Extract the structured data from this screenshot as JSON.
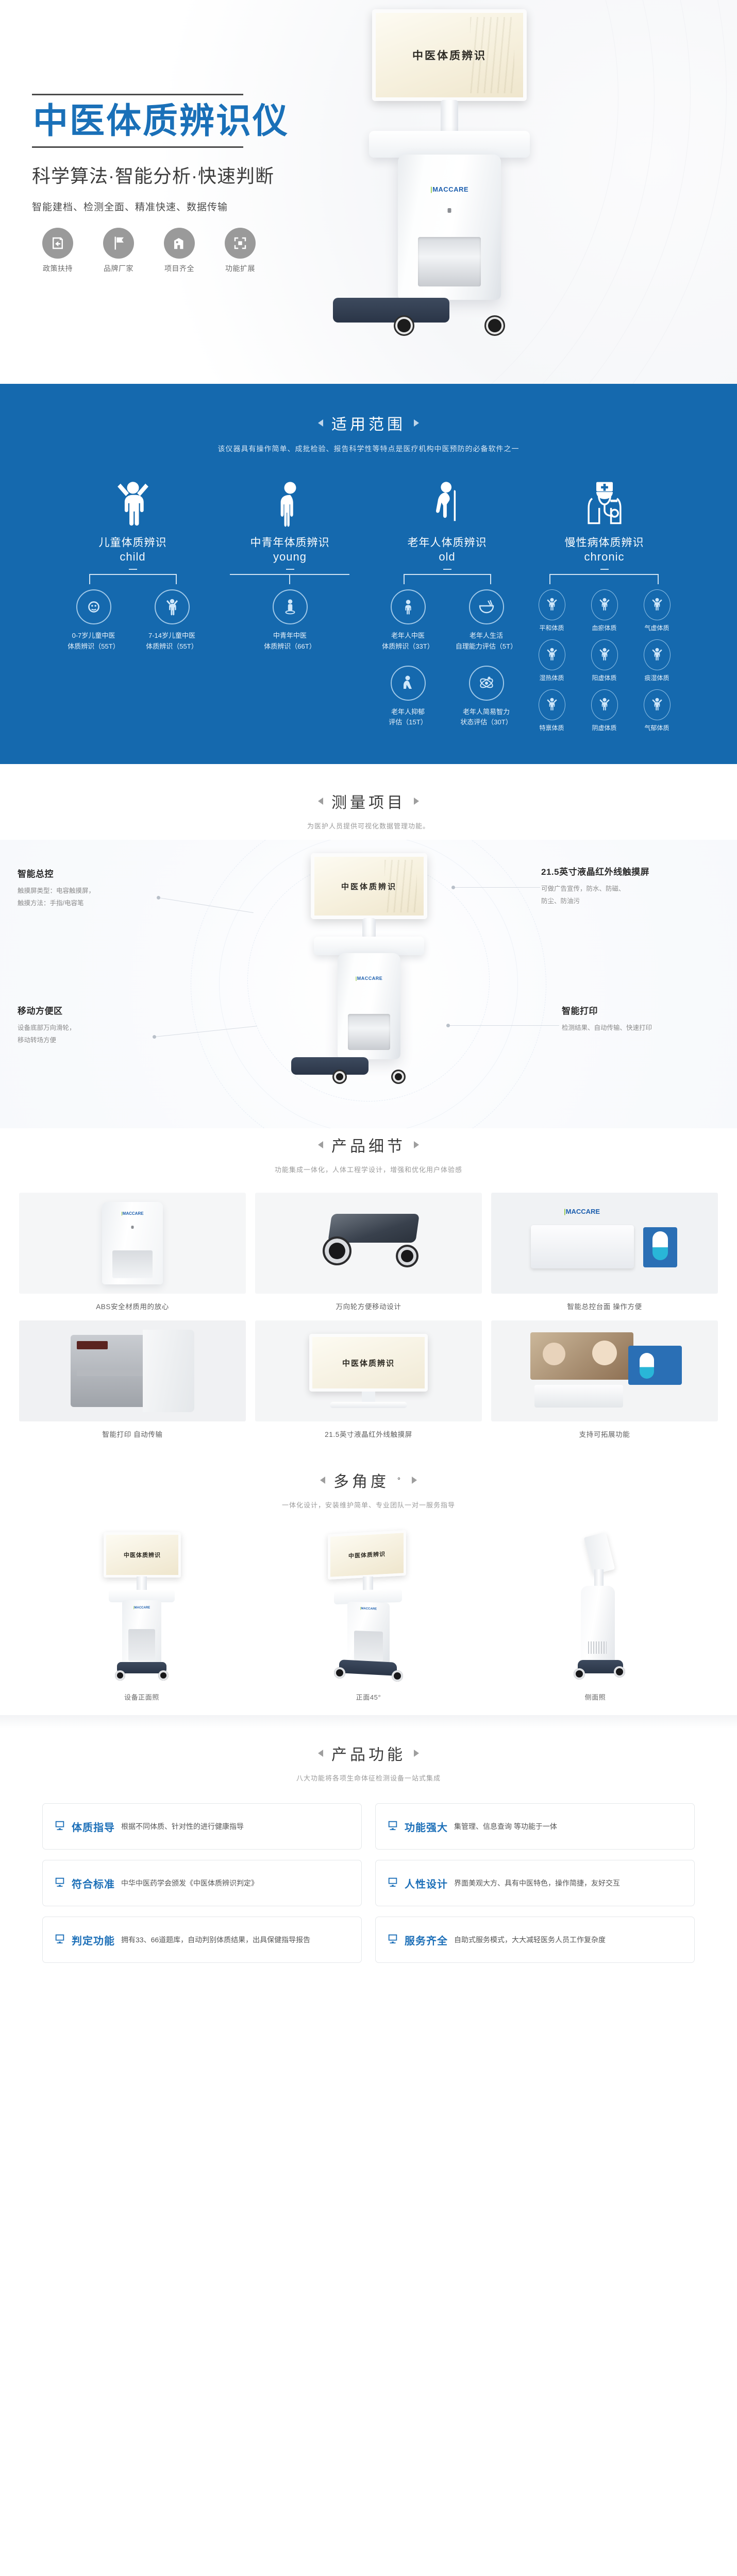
{
  "hero": {
    "title": "中医体质辨识仪",
    "subtitle": "科学算法·智能分析·快速判断",
    "tagline": "智能建档、检测全面、精准快速、数据传输",
    "features": [
      {
        "label": "政策扶持",
        "icon": "policy-document-icon"
      },
      {
        "label": "品牌厂家",
        "icon": "brand-flag-icon"
      },
      {
        "label": "项目齐全",
        "icon": "building-icon"
      },
      {
        "label": "功能扩展",
        "icon": "expand-frame-icon"
      }
    ],
    "device_screen_text": "中医体质辨识",
    "device_logo": "MACCARE"
  },
  "scope": {
    "title": "适用范围",
    "desc": "该仪器具有操作简单、成批检验、报告科学性等特点是医疗机构中医预防的必备软件之一",
    "categories": [
      {
        "cn": "儿童体质辨识",
        "en": "child",
        "icon": "child-figure-icon",
        "items": [
          {
            "label": "0-7岁儿童中医\n体质辨识（55T）",
            "icon": "infant-icon"
          },
          {
            "label": "7-14岁儿童中医\n体质辨识（55T）",
            "icon": "child-icon"
          }
        ]
      },
      {
        "cn": "中青年体质辨识",
        "en": "young",
        "icon": "adult-figure-icon",
        "items": [
          {
            "label": "中青年中医\n体质辨识（66T）",
            "icon": "adult-standing-icon"
          }
        ]
      },
      {
        "cn": "老年人体质辨识",
        "en": "old",
        "icon": "elder-cane-icon",
        "items": [
          {
            "label": "老年人中医\n体质辨识（33T）",
            "icon": "person-icon"
          },
          {
            "label": "老年人生活\n自理能力评估（5T）",
            "icon": "bowl-icon"
          },
          {
            "label": "老年人抑郁\n评估（15T）",
            "icon": "sitting-person-icon"
          },
          {
            "label": "老年人简易智力\n状态评估（30T）",
            "icon": "atom-brain-icon"
          }
        ]
      },
      {
        "cn": "慢性病体质辨识",
        "en": "chronic",
        "icon": "doctor-stethoscope-icon",
        "types": [
          "平和体质",
          "血瘀体质",
          "气虚体质",
          "湿热体质",
          "阳虚体质",
          "痰湿体质",
          "特禀体质",
          "阴虚体质",
          "气郁体质"
        ]
      }
    ]
  },
  "measure": {
    "title": "测量项目",
    "desc": "为医护人员提供可视化数据管理功能。",
    "callouts": [
      {
        "position": "top-left",
        "title": "智能总控",
        "body": "触摸屏类型：电容触摸屏，\n触摸方法：手指/电容笔"
      },
      {
        "position": "top-right",
        "title": "21.5英寸液晶红外线触摸屏",
        "body": "可做广告宣传，防水、防磁、\n防尘、防油污"
      },
      {
        "position": "bottom-left",
        "title": "移动方便区",
        "body": "设备底部万向滑轮，\n移动转场方便"
      },
      {
        "position": "bottom-right",
        "title": "智能打印",
        "body": "检测结果、自动传输、快速打印"
      }
    ]
  },
  "details": {
    "title": "产品细节",
    "desc": "功能集成一体化，人体工程学设计，增强和优化用户体验感",
    "cards": [
      {
        "caption": "ABS安全材质用的放心",
        "kind": "abs-housing"
      },
      {
        "caption": "万向轮方便移动设计",
        "kind": "caster-wheel"
      },
      {
        "caption": "智能总控台面 操作方便",
        "kind": "keyboard-console"
      },
      {
        "caption": "智能打印 自动传输",
        "kind": "printer"
      },
      {
        "caption": "21.5英寸液晶红外线触摸屏",
        "kind": "touchscreen"
      },
      {
        "caption": "支持可拓展功能",
        "kind": "expandable"
      }
    ]
  },
  "angles": {
    "title": "多角度",
    "superscript": "°",
    "desc": "一体化设计，安装维护简单、专业团队一对一服务指导",
    "views": [
      {
        "caption": "设备正面照",
        "kind": "front"
      },
      {
        "caption": "正面45°",
        "kind": "front45"
      },
      {
        "caption": "侧面照",
        "kind": "side"
      }
    ]
  },
  "functions": {
    "title": "产品功能",
    "desc": "八大功能将各项生命体征检测设备一站式集成",
    "items": [
      {
        "key": "体质指导",
        "value": "根据不同体质、针对性的进行健康指导",
        "icon": "monitor-icon"
      },
      {
        "key": "功能强大",
        "value": "集管理、信息查询 等功能于一体",
        "icon": "monitor-icon"
      },
      {
        "key": "符合标准",
        "value": "中华中医药学会颁发《中医体质辨识判定》",
        "icon": "monitor-icon"
      },
      {
        "key": "人性设计",
        "value": "界面美观大方、具有中医特色，操作简捷，友好交互",
        "icon": "monitor-icon"
      },
      {
        "key": "判定功能",
        "value": "拥有33、66道题库，自动判别体质结果，出具保健指导报告",
        "icon": "monitor-icon"
      },
      {
        "key": "服务齐全",
        "value": "自助式服务模式，大大减轻医务人员工作复杂度",
        "icon": "monitor-icon"
      }
    ]
  },
  "colors": {
    "brand_blue": "#1569ae",
    "title_blue": "#1a70b8",
    "dark_base": "#2a3547",
    "light_bg": "#f5f6f7"
  }
}
